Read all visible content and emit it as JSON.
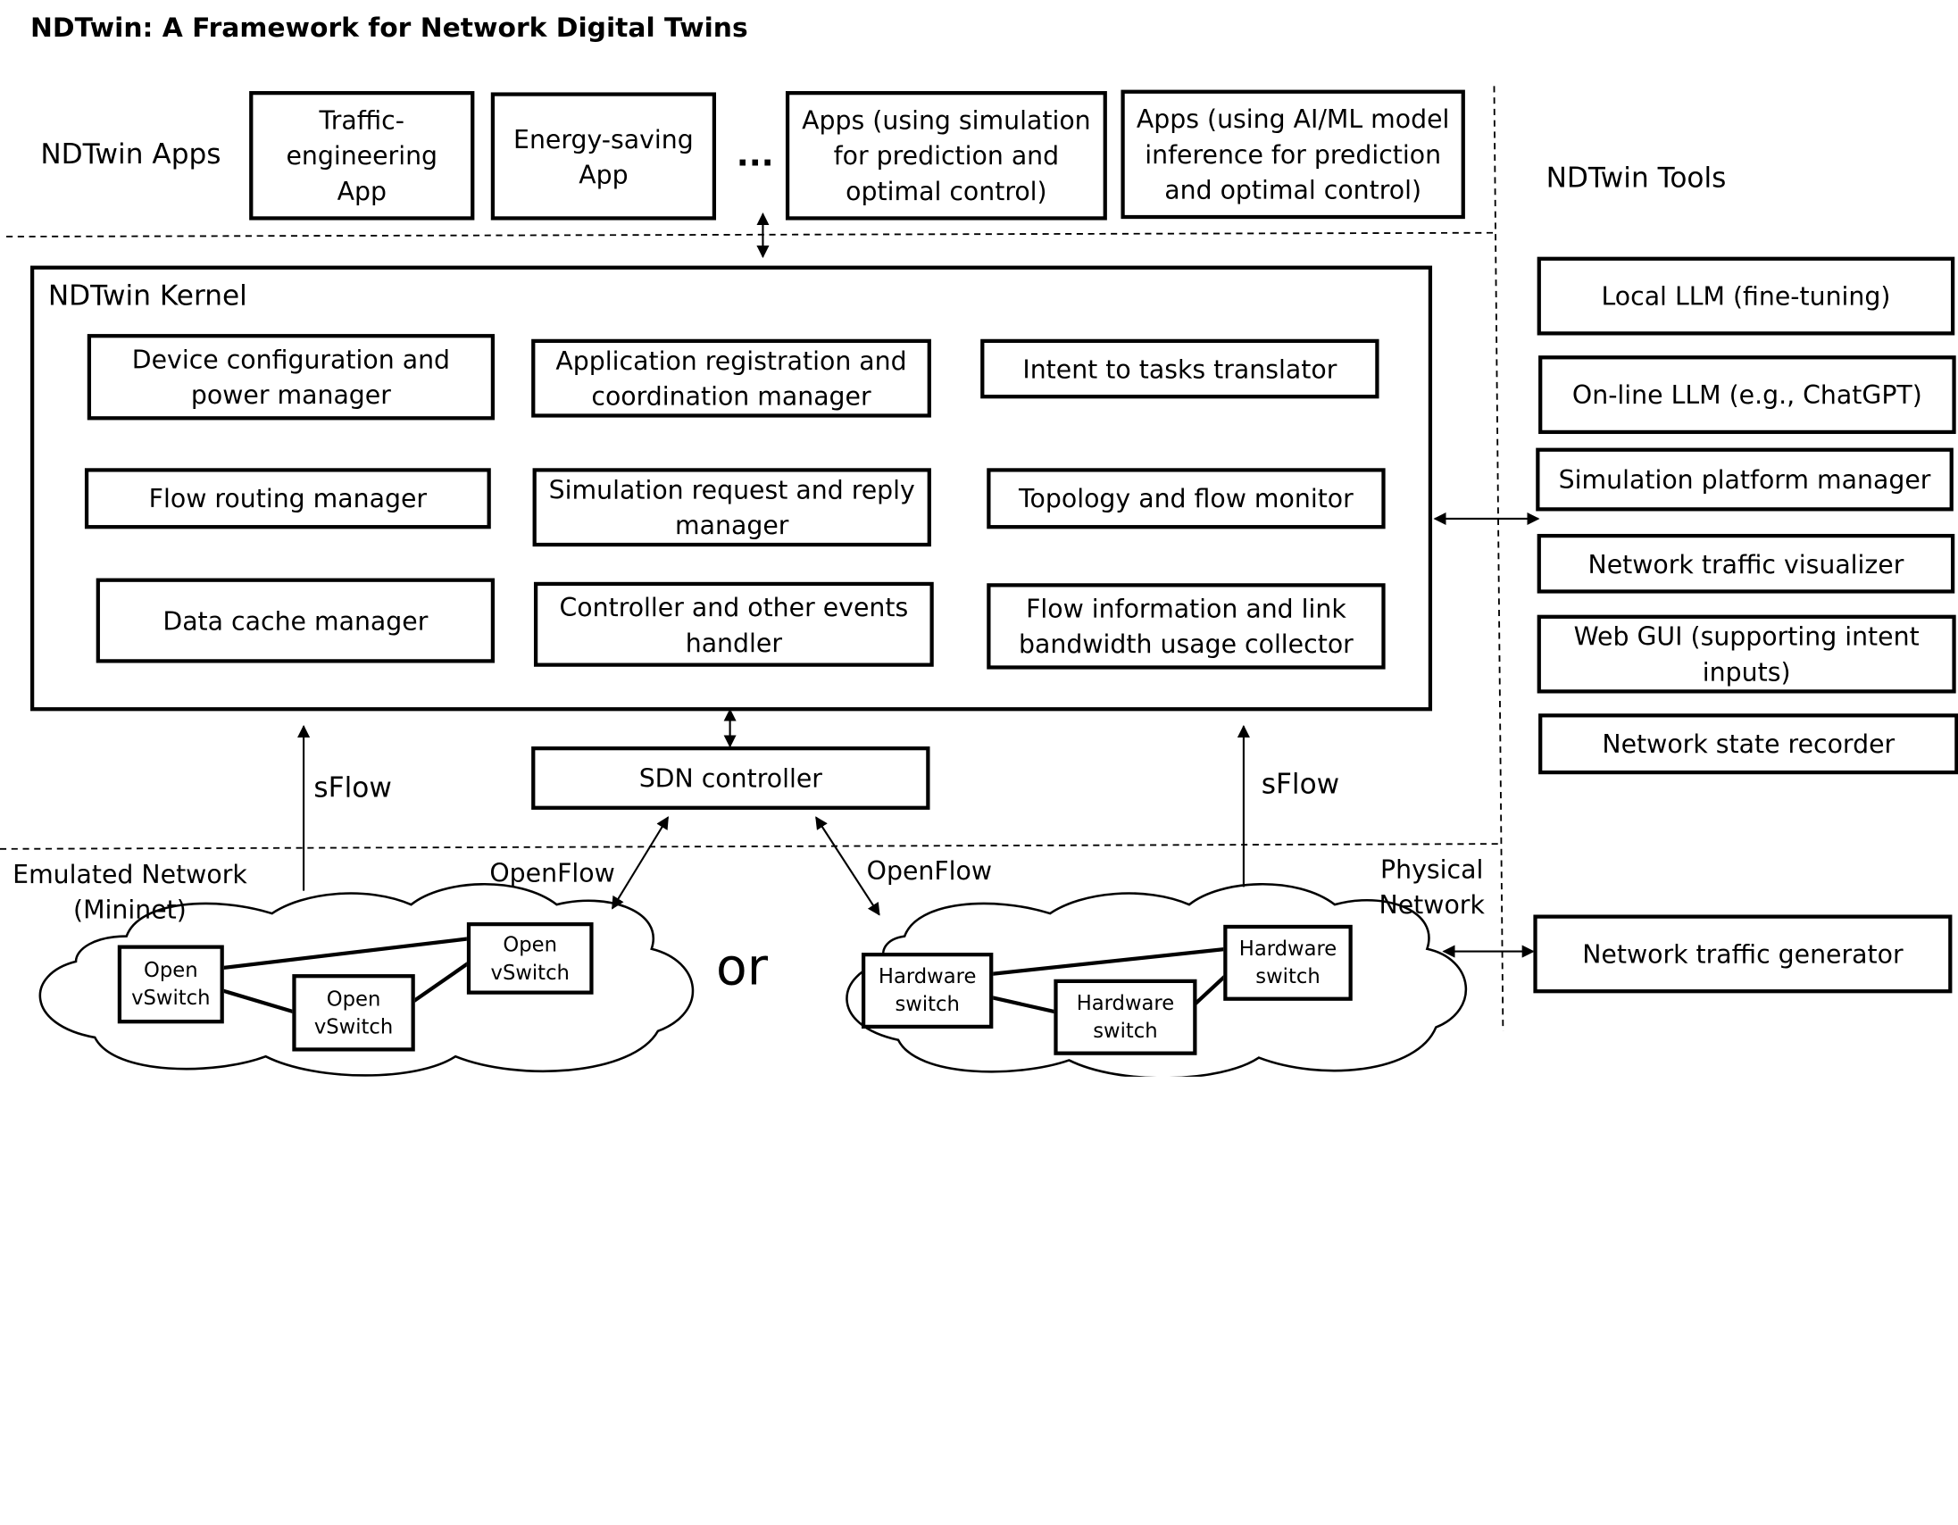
{
  "title": "NDTwin: A Framework for Network Digital Twins",
  "apps": {
    "label": "NDTwin Apps",
    "items": [
      "Traffic-\nengineering\nApp",
      "Energy-saving\nApp",
      "Apps (using simulation\nfor prediction and\noptimal control)",
      "Apps (using AI/ML model\ninference for prediction\nand optimal control)"
    ],
    "ellipsis": "..."
  },
  "kernel": {
    "label": "NDTwin Kernel",
    "modules": [
      "Device configuration and\npower manager",
      "Application registration and\ncoordination manager",
      "Intent to tasks translator",
      "Flow routing manager",
      "Simulation request and reply\nmanager",
      "Topology and flow monitor",
      "Data cache manager",
      "Controller and other events\nhandler",
      "Flow information and link\nbandwidth usage collector"
    ]
  },
  "tools": {
    "label": "NDTwin Tools",
    "items": [
      "Local LLM (fine-tuning)",
      "On-line LLM (e.g., ChatGPT)",
      "Simulation platform manager",
      "Network traffic visualizer",
      "Web GUI (supporting intent\ninputs)",
      "Network state recorder"
    ],
    "generator": "Network traffic generator"
  },
  "controller": "SDN controller",
  "sflow_left": "sFlow",
  "sflow_right": "sFlow",
  "openflow_left": "OpenFlow",
  "openflow_right": "OpenFlow",
  "emulated": {
    "label": "Emulated Network\n(Mininet)",
    "switches": [
      "Open\nvSwitch",
      "Open\nvSwitch",
      "Open\nvSwitch"
    ]
  },
  "or": "or",
  "physical": {
    "label": "Physical\nNetwork",
    "switches": [
      "Hardware\nswitch",
      "Hardware\nswitch",
      "Hardware\nswitch"
    ]
  }
}
